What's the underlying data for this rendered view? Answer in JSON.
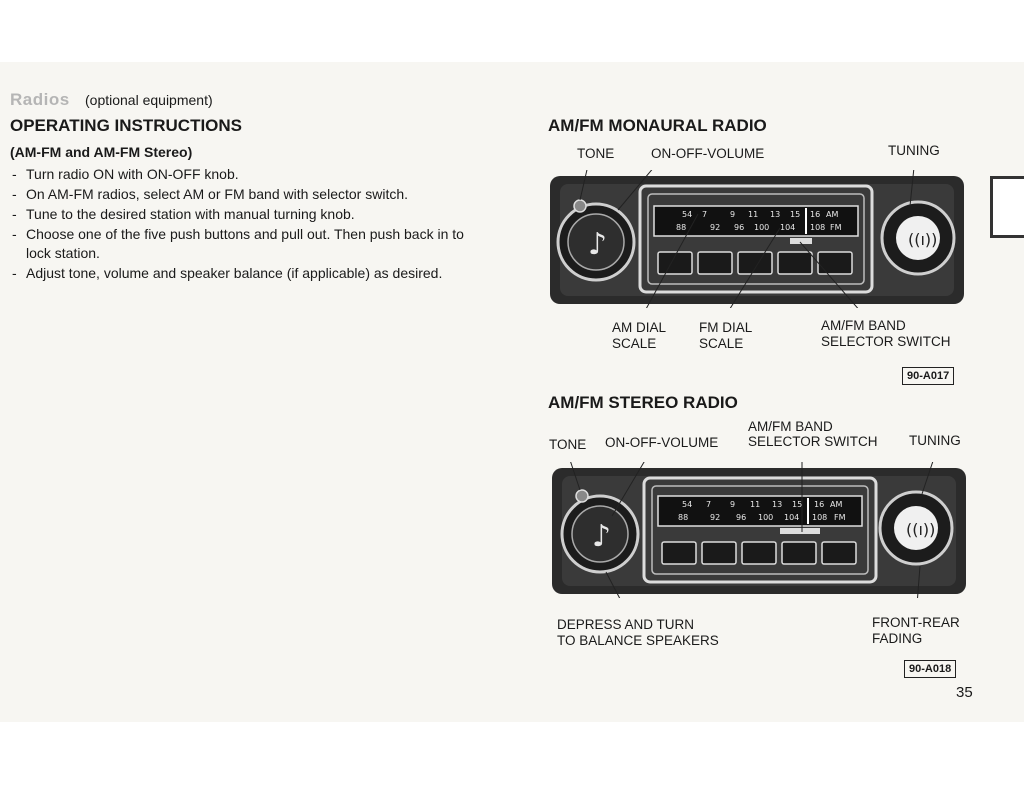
{
  "header": {
    "section_word": "Radios",
    "section_note": "(optional equipment)"
  },
  "left": {
    "title": "OPERATING INSTRUCTIONS",
    "subtitle": "(AM-FM and AM-FM Stereo)",
    "steps": [
      "Turn radio ON with ON-OFF knob.",
      "On AM-FM radios, select AM or FM band with selector switch.",
      "Tune to the desired station with manual turning knob.",
      "Choose one of the five push buttons and pull out. Then push back in to lock station.",
      "Adjust tone, volume and speaker balance (if applicable) as desired."
    ]
  },
  "mono": {
    "title": "AM/FM MONAURAL RADIO",
    "label_tone": "TONE",
    "label_volume": "ON-OFF-VOLUME",
    "label_tuning": "TUNING",
    "label_am_dial_1": "AM DIAL",
    "label_am_dial_2": "SCALE",
    "label_fm_dial_1": "FM DIAL",
    "label_fm_dial_2": "SCALE",
    "label_band_1": "AM/FM BAND",
    "label_band_2": "SELECTOR SWITCH",
    "figure_id": "90-A017",
    "dial_am": [
      "54",
      "7",
      "9",
      "11",
      "13",
      "15",
      "16",
      "AM"
    ],
    "dial_fm": [
      "88",
      "92",
      "96",
      "100",
      "104",
      "108",
      "FM"
    ]
  },
  "stereo": {
    "title": "AM/FM STEREO RADIO",
    "label_tone": "TONE",
    "label_volume": "ON-OFF-VOLUME",
    "label_band_1": "AM/FM BAND",
    "label_band_2": "SELECTOR SWITCH",
    "label_tuning": "TUNING",
    "label_balance_1": "DEPRESS AND TURN",
    "label_balance_2": "TO BALANCE SPEAKERS",
    "label_fade_1": "FRONT-REAR",
    "label_fade_2": "FADING",
    "figure_id": "90-A018",
    "dial_am": [
      "54",
      "7",
      "9",
      "11",
      "13",
      "15",
      "16",
      "AM"
    ],
    "dial_fm": [
      "88",
      "92",
      "96",
      "100",
      "104",
      "108",
      "FM"
    ]
  },
  "footer": {
    "page_number": "35"
  },
  "colors": {
    "page": "#f7f6f2",
    "ink": "#1a1a1a",
    "radio_body": "#2b2b2b"
  }
}
